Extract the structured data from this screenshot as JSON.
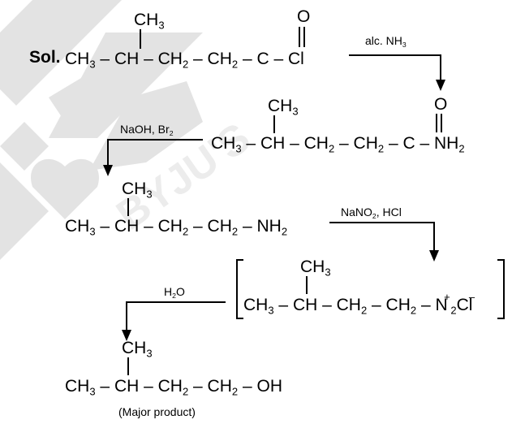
{
  "sol_label": "Sol.",
  "watermark": "BYJU'S",
  "step1": {
    "branch": "CH3",
    "main": "CH3 – CH – CH2 – CH2 – C – Cl",
    "oxygen": "O",
    "reagent": "alc. NH3"
  },
  "step2": {
    "branch": "CH3",
    "main": "CH3 – CH – CH2 – CH2 – C – NH2",
    "oxygen": "O",
    "reagent": "NaOH, Br2"
  },
  "step3": {
    "branch": "CH3",
    "main": "CH3 – CH – CH2 – CH2 – NH2",
    "reagent": "NaNO2, HCl"
  },
  "step4": {
    "branch": "CH3",
    "main": "CH3 – CH – CH2 – CH2 – N2Cl",
    "plus": "+",
    "minus": "–",
    "reagent": "H2O"
  },
  "product": {
    "branch": "CH3",
    "main": "CH3 – CH – CH2 – CH2 – OH",
    "label": "(Major product)"
  },
  "colors": {
    "ink": "#000000",
    "watermark": "#d9d9d9"
  }
}
